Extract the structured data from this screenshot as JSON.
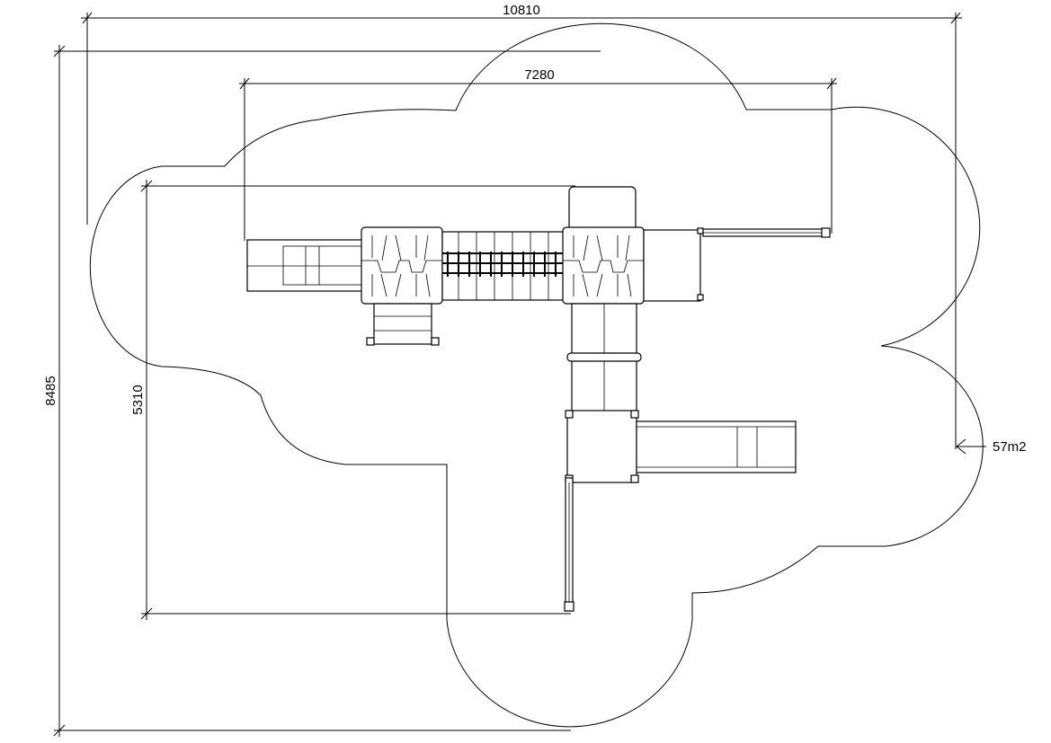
{
  "dimensions": {
    "overall_width": "10810",
    "overall_height": "8485",
    "structure_width": "7280",
    "structure_height": "5310"
  },
  "area_label": "57m2",
  "colors": {
    "line": "#000000",
    "background": "#ffffff"
  }
}
